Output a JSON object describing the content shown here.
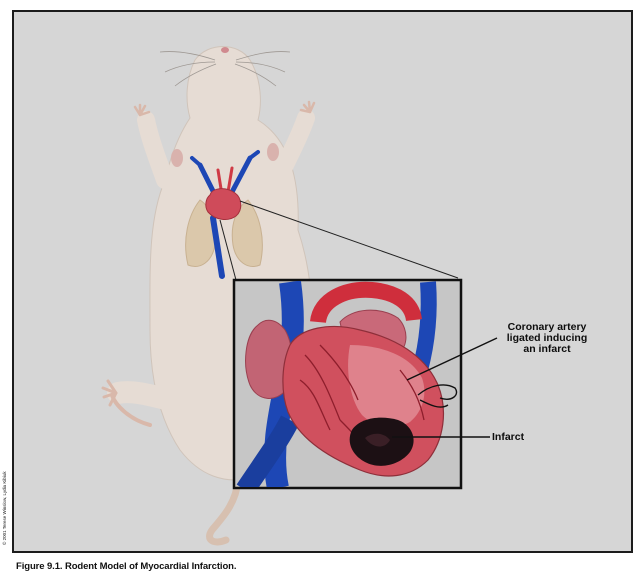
{
  "figure": {
    "caption": "Figure 9.1. Rodent Model of Myocardial Infarction.",
    "copyright": "© 2001 Terese Winslow, Lydia Kibiuk"
  },
  "labels": {
    "coronary_line1": "Coronary artery",
    "coronary_line2": "ligated inducing",
    "coronary_line3": "an infarct",
    "infarct": "Infarct"
  },
  "colors": {
    "background": "#d6d6d6",
    "rat_body": "#e6dcd4",
    "heart": "#d0505e",
    "vessel": "#1d47b5",
    "infarct": "#1c1014"
  }
}
